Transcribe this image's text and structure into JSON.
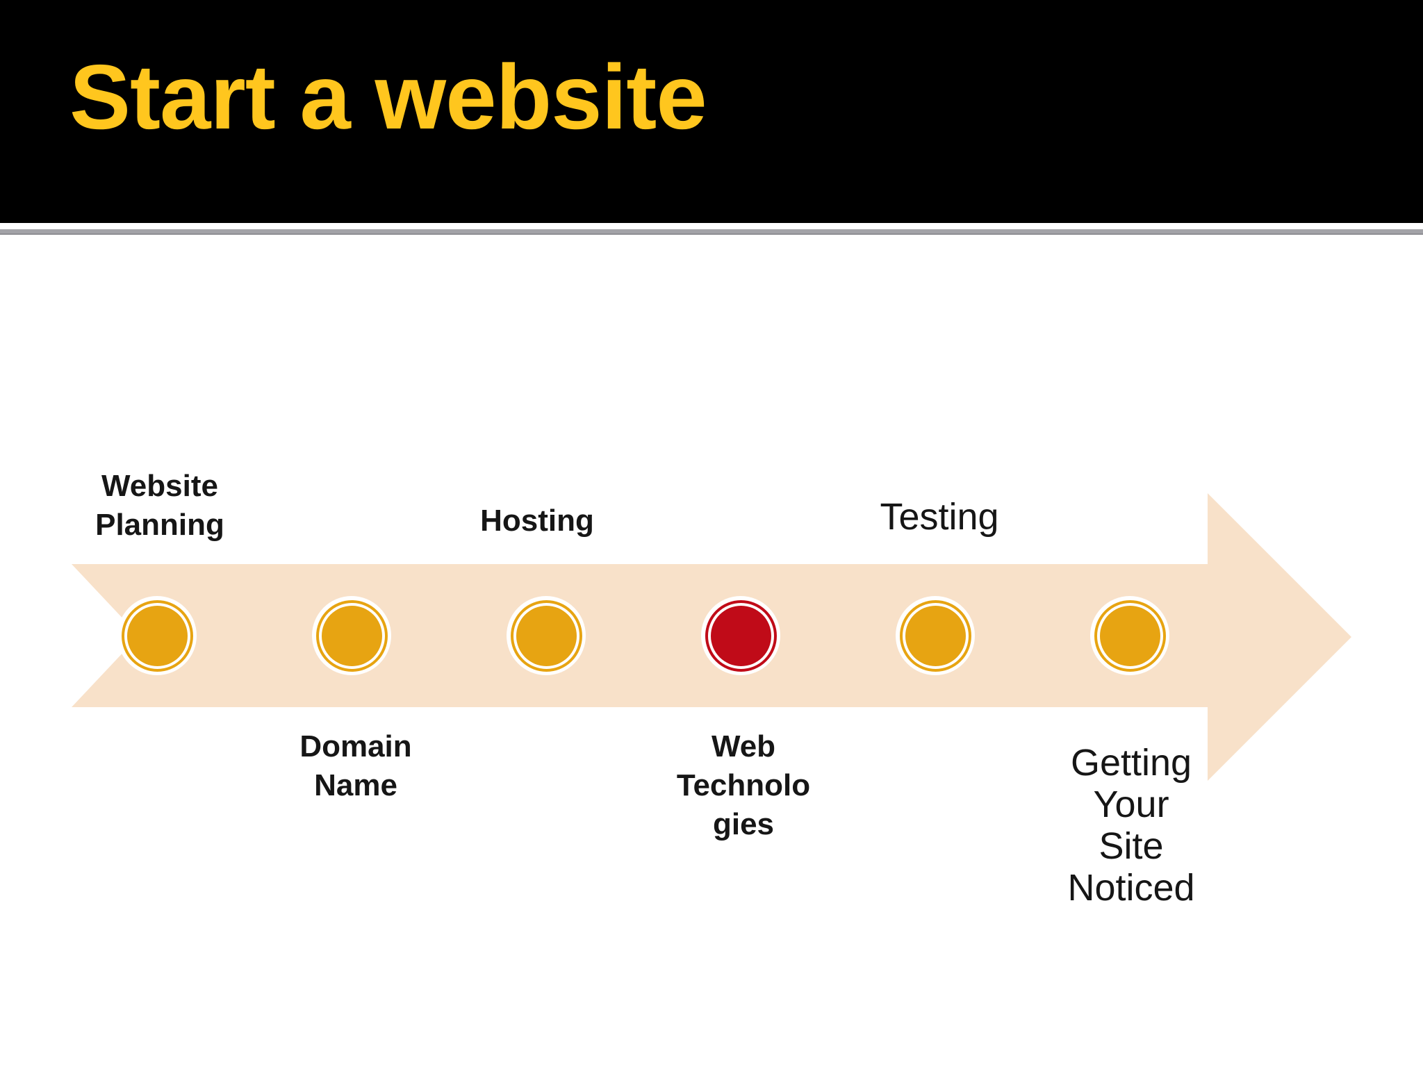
{
  "slide": {
    "title": "Start a website",
    "title_color": "#FFC61E",
    "header_bg": "#000000",
    "divider_color": "#A3A3A8"
  },
  "timeline": {
    "arrow_color": "#F8E1C9",
    "node_default_color": "#E7A412",
    "node_highlight_color": "#C00B18",
    "steps": [
      {
        "label": "Website\nPlanning",
        "position": "above",
        "style": "bold",
        "node_color": "#E7A412"
      },
      {
        "label": "Domain\nName",
        "position": "below",
        "style": "bold",
        "node_color": "#E7A412"
      },
      {
        "label": "Hosting",
        "position": "above",
        "style": "bold",
        "node_color": "#E7A412"
      },
      {
        "label": "Web\nTechnolo\ngies",
        "position": "below",
        "style": "bold",
        "node_color": "#C00B18"
      },
      {
        "label": "Testing",
        "position": "above",
        "style": "light",
        "node_color": "#E7A412"
      },
      {
        "label": "Getting\nYour\nSite\nNoticed",
        "position": "below",
        "style": "light",
        "node_color": "#E7A412"
      }
    ]
  }
}
